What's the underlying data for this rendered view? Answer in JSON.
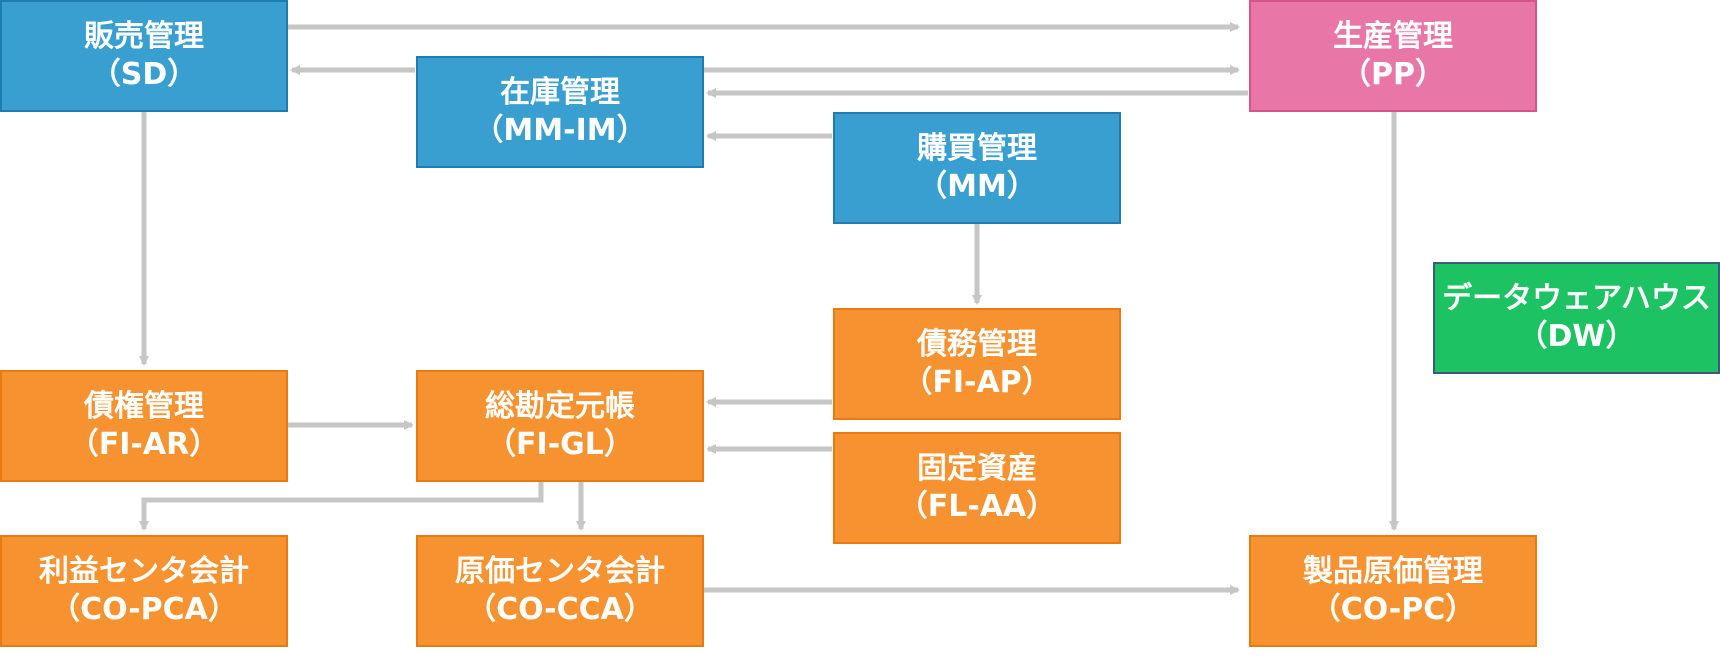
{
  "colors": {
    "blue": "#389fd0",
    "pink": "#e876a6",
    "orange": "#f6922f",
    "green": "#1dc262",
    "arrow": "#c6c6c6"
  },
  "nodes": {
    "sd": {
      "name": "販売管理",
      "code": "（SD）"
    },
    "mmim": {
      "name": "在庫管理",
      "code": "（MM-IM）"
    },
    "mm": {
      "name": "購買管理",
      "code": "（MM）"
    },
    "pp": {
      "name": "生産管理",
      "code": "（PP）"
    },
    "dw": {
      "name": "データウェアハウス",
      "code": "（DW）"
    },
    "fiap": {
      "name": "債務管理",
      "code": "（FI-AP）"
    },
    "fiar": {
      "name": "債権管理",
      "code": "（FI-AR）"
    },
    "figl": {
      "name": "総勘定元帳",
      "code": "（FI-GL）"
    },
    "flaa": {
      "name": "固定資産",
      "code": "（FL-AA）"
    },
    "copca": {
      "name": "利益センタ会計",
      "code": "（CO-PCA）"
    },
    "cocca": {
      "name": "原価センタ会計",
      "code": "（CO-CCA）"
    },
    "copc": {
      "name": "製品原価管理",
      "code": "（CO-PC）"
    }
  }
}
